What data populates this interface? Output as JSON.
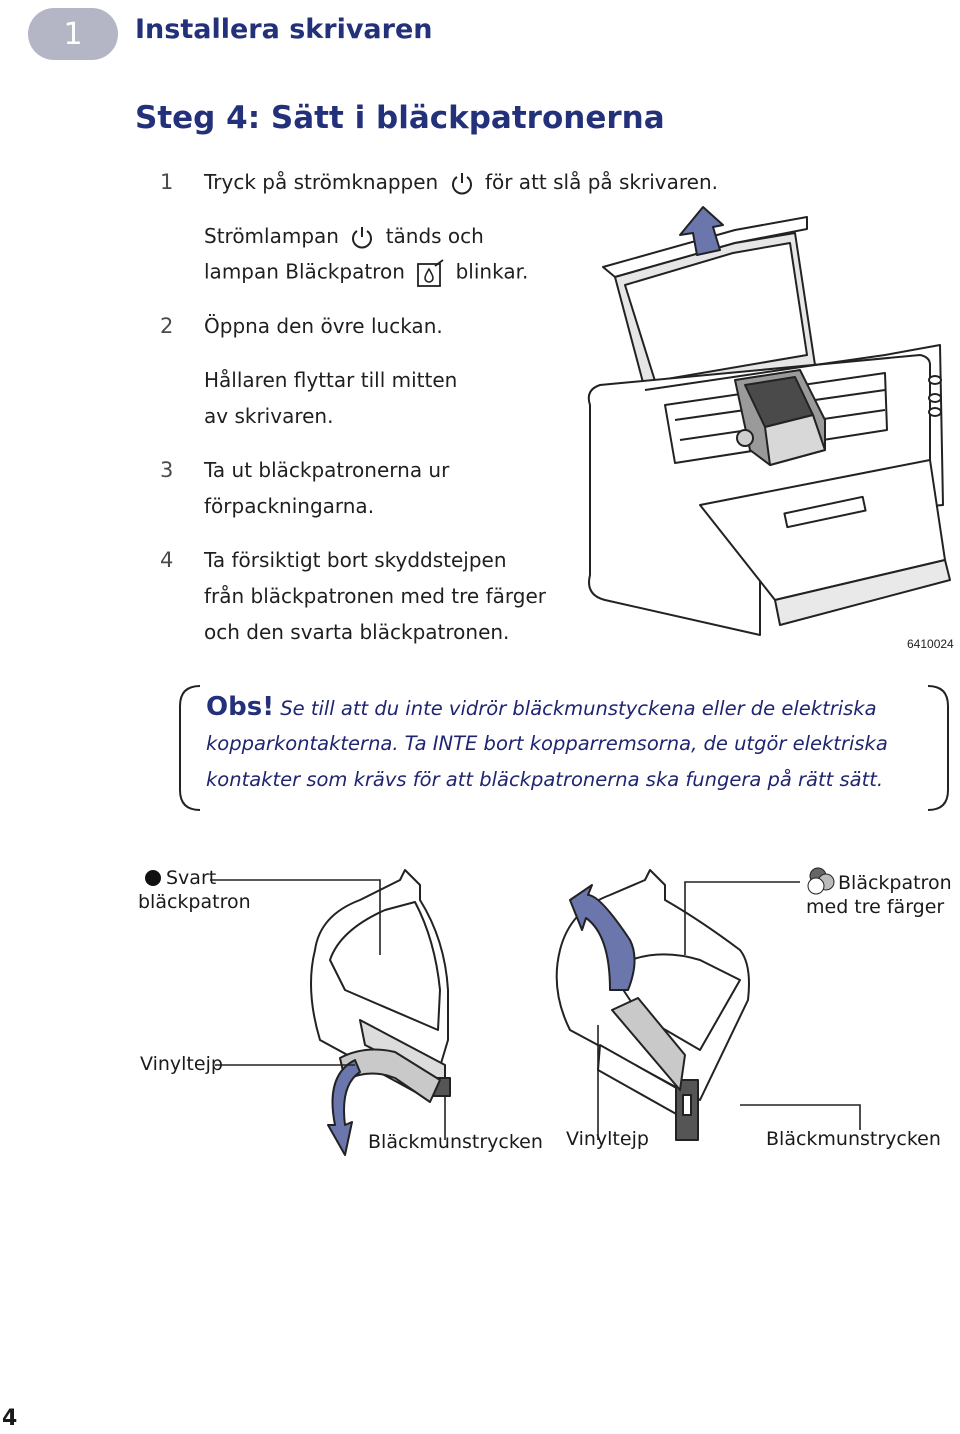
{
  "header": {
    "chapter_number": "1",
    "chapter_title": "Installera skrivaren"
  },
  "step_title": "Steg 4: Sätt i bläckpatronerna",
  "steps": [
    {
      "number": "1",
      "line1_before": "Tryck på strömknappen",
      "line1_after": "för att slå på skrivaren.",
      "line2_before": "Strömlampan",
      "line2_after": "tänds och",
      "line3_before": "lampan Bläckpatron",
      "line3_after": "blinkar."
    },
    {
      "number": "2",
      "line1": "Öppna den övre luckan.",
      "line2": "Hållaren flyttar till mitten",
      "line3": "av skrivaren."
    },
    {
      "number": "3",
      "line1": "Ta ut bläckpatronerna ur",
      "line2": "förpackningarna."
    },
    {
      "number": "4",
      "line1": "Ta försiktigt bort skyddstejpen",
      "line2": "från bläckpatronen med tre färger",
      "line3": "och den svarta bläckpatronen."
    }
  ],
  "figure_code": "6410024",
  "note": {
    "label": "Obs!",
    "line1": "Se till att du inte vidrör bläckmunstyckena eller de elektriska",
    "line2": "kopparkontakterna. Ta INTE bort kopparremsorna, de utgör elektriska",
    "line3": "kontakter som krävs för att bläckpatronerna ska fungera på rätt sätt."
  },
  "diagram_labels": {
    "black_line1": "Svart",
    "black_line2": "bläckpatron",
    "tricolor_line1": "Bläckpatron",
    "tricolor_line2": "med tre färger",
    "vinyl_left": "Vinyltejp",
    "nozzles_left": "Bläckmunstrycken",
    "vinyl_right": "Vinyltejp",
    "nozzles_right": "Bläckmunstrycken"
  },
  "page_number": "4",
  "colors": {
    "heading": "#23307a",
    "pill": "#b4b6c6",
    "arrow": "#6b76ad",
    "tape": "#c9c9c9"
  }
}
